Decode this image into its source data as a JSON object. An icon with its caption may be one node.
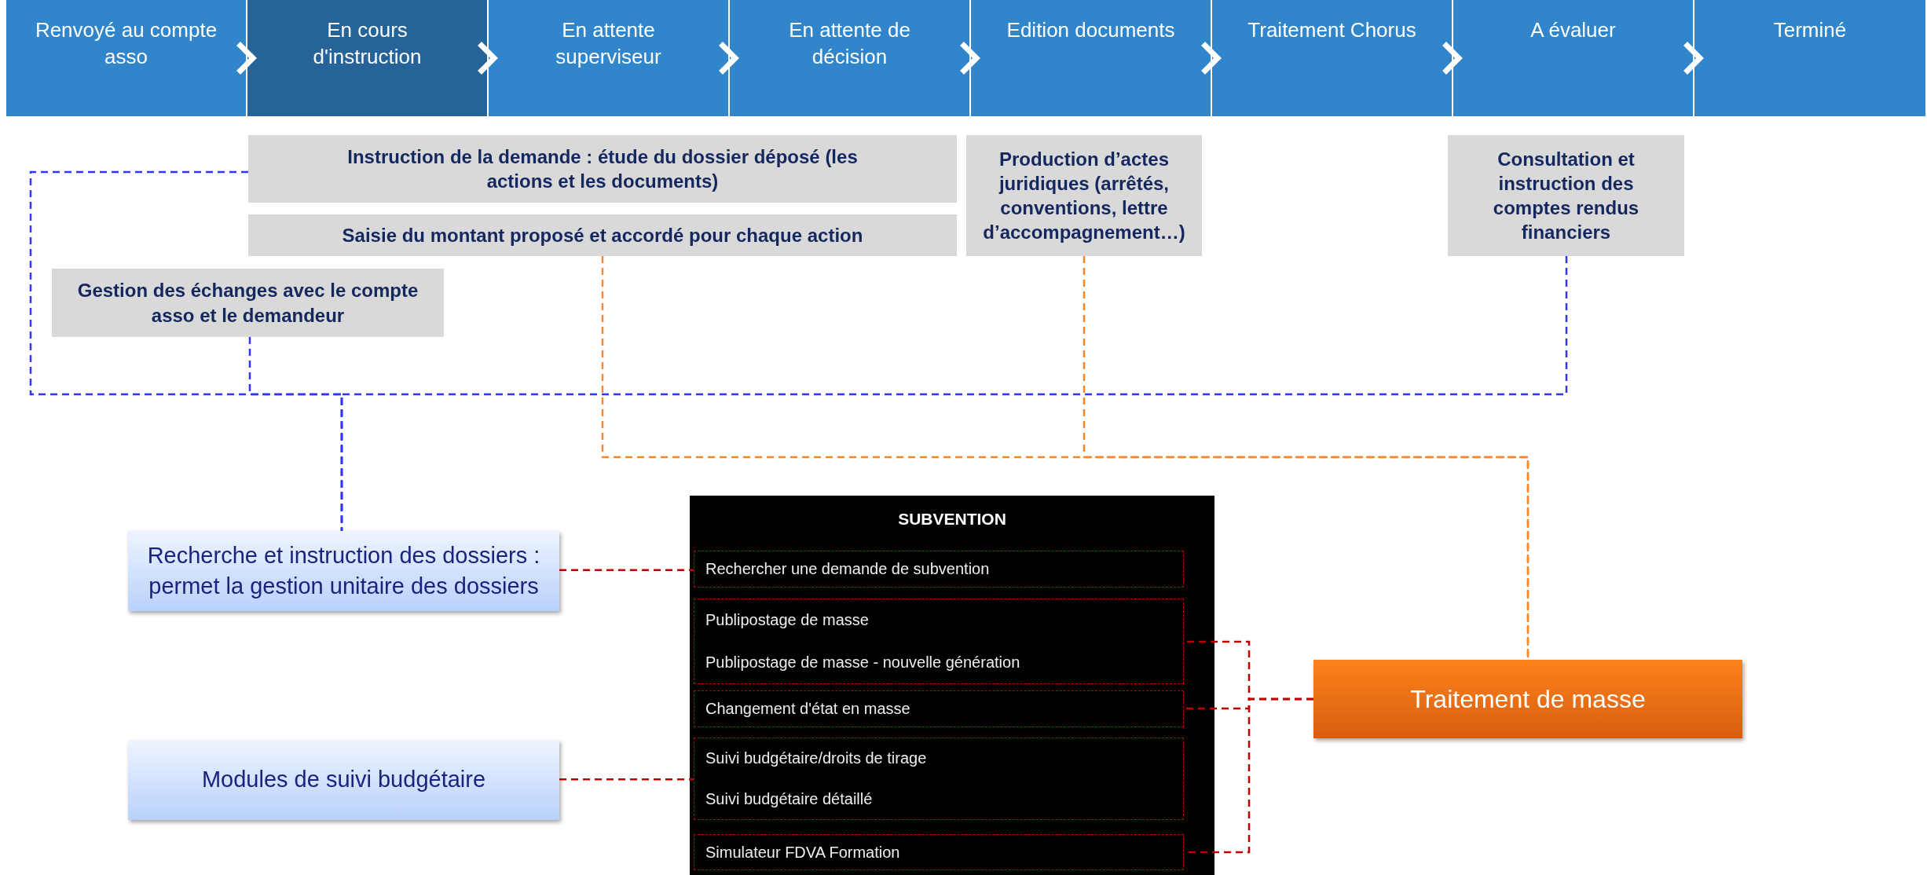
{
  "diagram": {
    "nodes": [
      {
        "text": [
          "Renvoyé au compte asso"
        ]
      },
      {
        "text": [
          "En cours d'instruction"
        ]
      },
      {
        "text": [
          "En attente superviseur"
        ]
      },
      {
        "text": [
          "En attente de décision"
        ]
      },
      {
        "text": [
          "Edition documents"
        ]
      },
      {
        "text": [
          "Traitement Chorus"
        ]
      },
      {
        "text": [
          "A évaluer"
        ]
      },
      {
        "text": [
          "Terminé"
        ]
      },
      {
        "text": [
          "Instruction de la demande : étude du dossier déposé (les actions et les documents)"
        ]
      },
      {
        "text": [
          "Saisie du montant proposé et accordé pour chaque action"
        ]
      },
      {
        "text": [
          "Production d’actes juridiques (arrêtés, conventions, lettre d’accompagnement…)"
        ]
      },
      {
        "text": [
          "Consultation et instruction des comptes rendus financiers"
        ]
      },
      {
        "text": [
          "Gestion des échanges avec le compte asso et le demandeur"
        ]
      },
      {
        "text": [
          "Recherche et instruction des dossiers : permet la gestion unitaire des dossiers"
        ]
      },
      {
        "text": [
          "SUBVENTION"
        ]
      },
      {
        "text": [
          "Rechercher une demande de subvention"
        ],
        "in": 14
      },
      {
        "text": [
          "Publipostage de masse",
          "Publipostage de masse - nouvelle génération"
        ],
        "in": 14
      },
      {
        "text": [
          "Changement d'état en masse"
        ],
        "in": 14
      },
      {
        "text": [
          "Suivi budgétaire/droits de tirage",
          "Suivi budgétaire détaillé"
        ],
        "in": 14
      },
      {
        "text": [
          "Simulateur FDVA Formation"
        ],
        "in": 14
      },
      {
        "text": [
          "Modules de suivi budgétaire"
        ]
      },
      {
        "text": [
          "Traitement de masse"
        ]
      }
    ],
    "edges": [
      {
        "from": 0,
        "to": 1,
        "arrow": "to",
        "style": "thick",
        "color": "#ffffff"
      },
      {
        "from": 1,
        "to": 2,
        "arrow": "to",
        "style": "thick",
        "color": "#ffffff"
      },
      {
        "from": 2,
        "to": 3,
        "arrow": "to",
        "style": "thick",
        "color": "#ffffff"
      },
      {
        "from": 3,
        "to": 4,
        "arrow": "to",
        "style": "thick",
        "color": "#ffffff"
      },
      {
        "from": 4,
        "to": 5,
        "arrow": "to",
        "style": "thick",
        "color": "#ffffff"
      },
      {
        "from": 5,
        "to": 6,
        "arrow": "to",
        "style": "thick",
        "color": "#ffffff"
      },
      {
        "from": 6,
        "to": 7,
        "arrow": "to",
        "style": "thick",
        "color": "#ffffff"
      },
      {
        "from": 8,
        "to": 13,
        "arrow": "none",
        "style": "dashed",
        "color": "#3333ff"
      },
      {
        "from": 12,
        "to": 13,
        "arrow": "none",
        "style": "dashed",
        "color": "#3333ff"
      },
      {
        "from": 11,
        "to": 13,
        "arrow": "none",
        "style": "dashed",
        "color": "#3333ff"
      },
      {
        "from": 9,
        "to": 21,
        "arrow": "none",
        "style": "dashed",
        "color": "#f5862a"
      },
      {
        "from": 10,
        "to": 21,
        "arrow": "none",
        "style": "dashed",
        "color": "#f5862a"
      },
      {
        "from": 13,
        "to": 15,
        "arrow": "none",
        "style": "dashed",
        "color": "#c00000"
      },
      {
        "from": 20,
        "to": 18,
        "arrow": "none",
        "style": "dashed",
        "color": "#c00000"
      },
      {
        "from": 21,
        "to": 16,
        "arrow": "none",
        "style": "dashed",
        "color": "#c00000"
      },
      {
        "from": 21,
        "to": 17,
        "arrow": "none",
        "style": "dashed",
        "color": "#c00000"
      },
      {
        "from": 21,
        "to": 19,
        "arrow": "none",
        "style": "dashed",
        "color": "#c00000"
      }
    ]
  }
}
